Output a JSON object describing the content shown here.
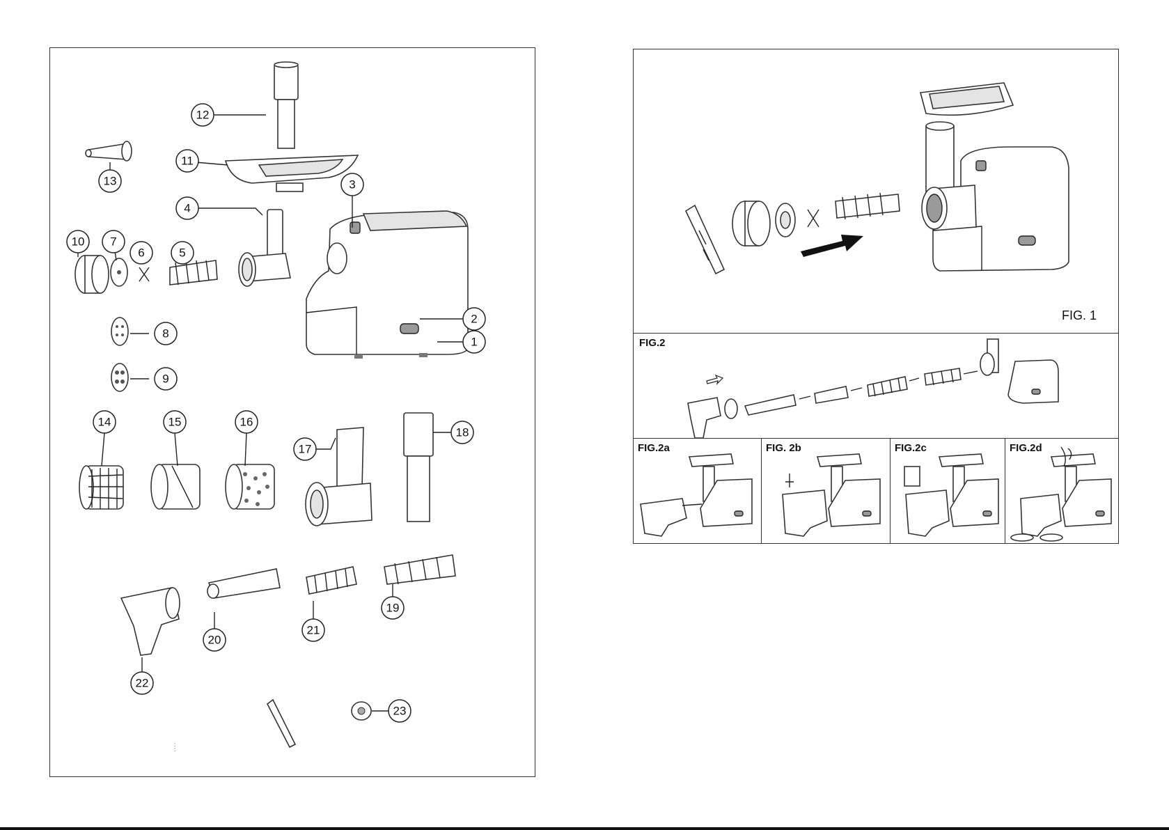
{
  "left_panel": {
    "part_numbers": [
      "1",
      "2",
      "3",
      "4",
      "5",
      "6",
      "7",
      "8",
      "9",
      "10",
      "11",
      "12",
      "13",
      "14",
      "15",
      "16",
      "17",
      "18",
      "19",
      "20",
      "21",
      "22",
      "23"
    ]
  },
  "right_panel": {
    "fig1_label": "FIG. 1",
    "fig2_label": "FIG.2",
    "fig2a_label": "FIG.2a",
    "fig2b_label": "FIG. 2b",
    "fig2c_label": "FIG.2c",
    "fig2d_label": "FIG.2d"
  }
}
